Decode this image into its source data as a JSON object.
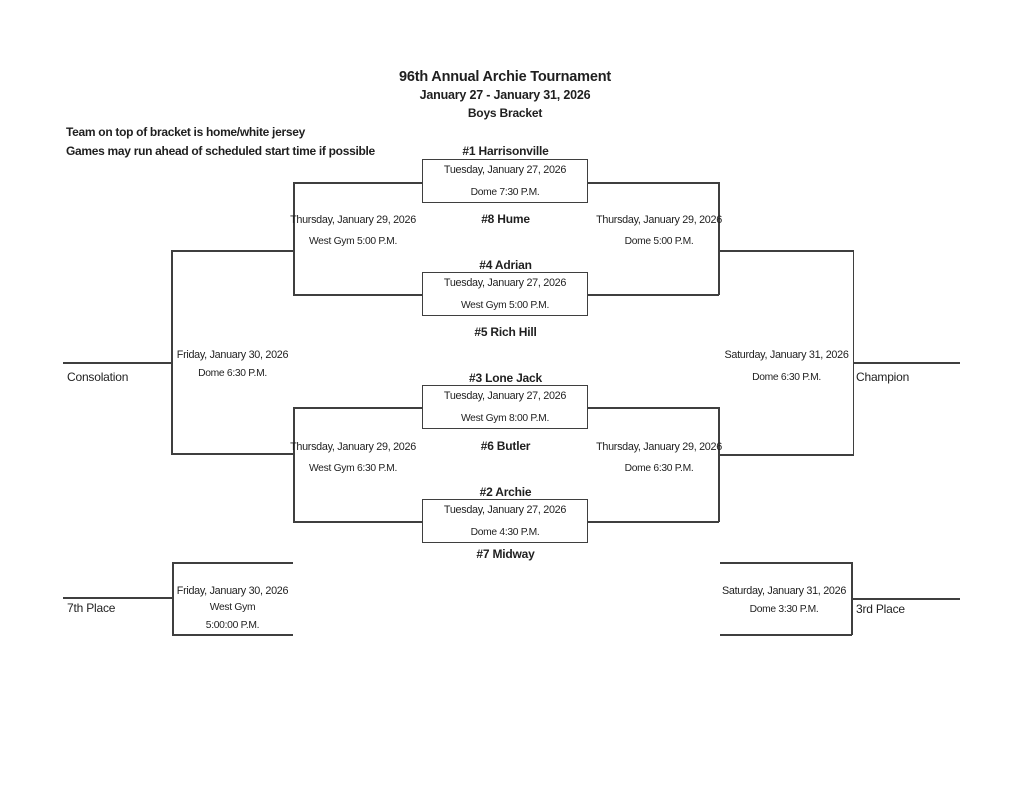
{
  "style": {
    "line_color": "#3f3f3f",
    "text_color": "#1f1f1f",
    "background": "#ffffff"
  },
  "header": {
    "title": "96th Annual Archie Tournament",
    "subtitle": "January 27 - January 31, 2026",
    "bracket_label": "Boys Bracket"
  },
  "notes": [
    "Team on top of bracket is home/white jersey",
    "Games may run ahead of scheduled start time if possible"
  ],
  "first_round": [
    {
      "top_team": "#1 Harrisonville",
      "bottom_team": "#8 Hume",
      "date": "Tuesday, January 27, 2026",
      "venue_time": "Dome 7:30 P.M."
    },
    {
      "top_team": "#4 Adrian",
      "bottom_team": "#5 Rich Hill",
      "date": "Tuesday, January 27, 2026",
      "venue_time": "West Gym 5:00 P.M."
    },
    {
      "top_team": "#3 Lone Jack",
      "bottom_team": "#6 Butler",
      "date": "Tuesday, January 27, 2026",
      "venue_time": "West Gym 8:00 P.M."
    },
    {
      "top_team": "#2 Archie",
      "bottom_team": "#7 Midway",
      "date": "Tuesday, January 27, 2026",
      "venue_time": "Dome 4:30 P.M."
    }
  ],
  "consolation_semis": [
    {
      "date": "Thursday, January 29, 2026",
      "venue_time": "West Gym 5:00 P.M."
    },
    {
      "date": "Thursday, January 29, 2026",
      "venue_time": "West Gym 6:30 P.M."
    }
  ],
  "championship_semis": [
    {
      "date": "Thursday, January 29, 2026",
      "venue_time": "Dome 5:00 P.M."
    },
    {
      "date": "Thursday, January 29, 2026",
      "venue_time": "Dome 6:30 P.M."
    }
  ],
  "consolation_final": {
    "label": "Consolation",
    "date": "Friday, January 30, 2026",
    "venue_time": "Dome 6:30 P.M."
  },
  "championship_final": {
    "label": "Champion",
    "date": "Saturday, January 31, 2026",
    "venue_time": "Dome 6:30 P.M."
  },
  "seventh_place": {
    "label": "7th Place",
    "date": "Friday, January 30, 2026",
    "venue": "West Gym",
    "time": "5:00:00 P.M."
  },
  "third_place": {
    "label": "3rd Place",
    "date": "Saturday, January 31, 2026",
    "venue_time": "Dome 3:30 P.M."
  }
}
